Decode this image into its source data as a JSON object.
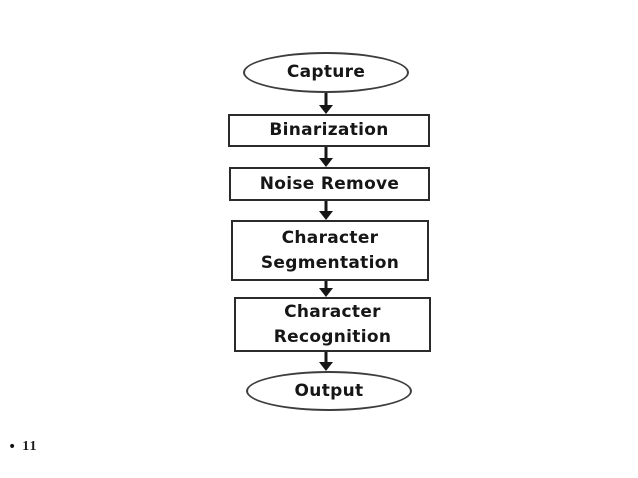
{
  "colors": {
    "background": "#ffffff",
    "rect_stroke": "#2b2b2b",
    "ellipse_stroke": "#3d3d3d",
    "arrow": "#161616",
    "text": "#161616"
  },
  "flowchart": {
    "nodes": [
      {
        "id": "capture",
        "shape": "ellipse",
        "label": "Capture"
      },
      {
        "id": "binarization",
        "shape": "rect",
        "label": "Binarization"
      },
      {
        "id": "noise_remove",
        "shape": "rect",
        "label": "Noise Remove"
      },
      {
        "id": "character_segmentation",
        "shape": "rect",
        "label": "Character Segmentation"
      },
      {
        "id": "character_recognition",
        "shape": "rect",
        "label": "Character Recognition"
      },
      {
        "id": "output",
        "shape": "ellipse",
        "label": "Output"
      }
    ],
    "edges": [
      {
        "from": "capture",
        "to": "binarization"
      },
      {
        "from": "binarization",
        "to": "noise_remove"
      },
      {
        "from": "noise_remove",
        "to": "character_segmentation"
      },
      {
        "from": "character_segmentation",
        "to": "character_recognition"
      },
      {
        "from": "character_recognition",
        "to": "output"
      }
    ]
  },
  "footer": {
    "bullet": "•",
    "slide_number": "11"
  }
}
